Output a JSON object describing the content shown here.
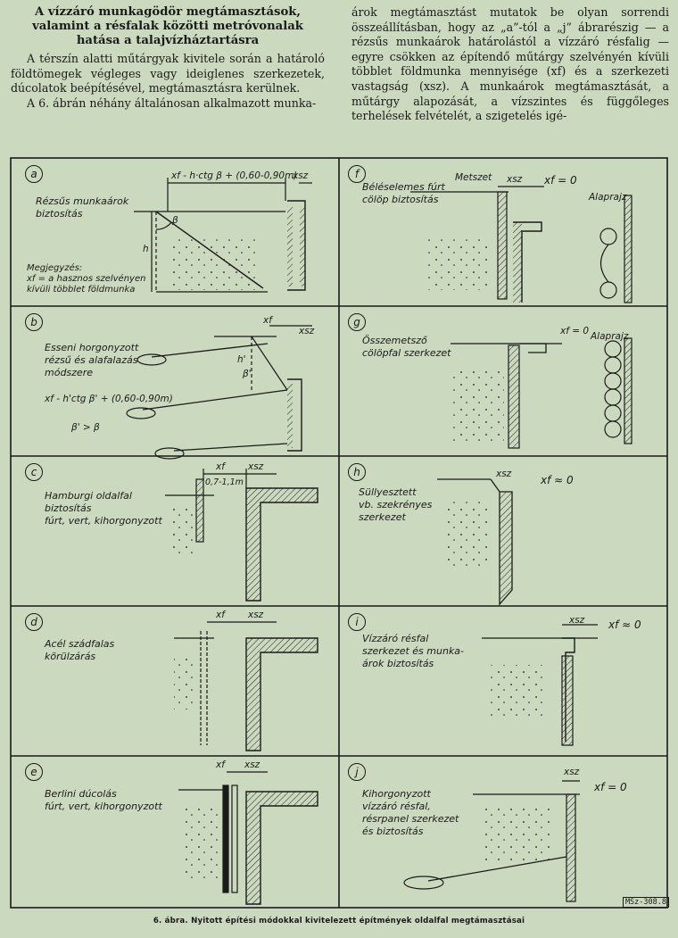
{
  "article": {
    "title_lines": [
      "A vízzáró munkagödör megtámasztások,",
      "valamint a résfalak közötti metróvonalak",
      "hatása a talajvízháztartásra"
    ],
    "left_paragraphs": [
      "A térszín alatti műtárgyak kivitele során a határoló földtömegek végleges vagy ideiglenes szerkezetek, dúcolatok beépítésével, megtámasztásra kerülnek.",
      "A 6. ábrán néhány általánosan alkalmazott munka-"
    ],
    "right_paragraph": "árok megtámasztást mutatok be olyan sorrendi összeállításban, hogy az „a”-tól a „j” ábrarészig — a rézsűs munkaárok határolástól a vízzáró résfalig — egyre csökken az építendő műtárgy szelvényén kívüli többlet földmunka mennyisége (xf) és a szerkezeti vastagság (xsz). A munkaárok megtámasztását, a műtárgy alapozását, a vízszintes és függőleges terhelések felvételét, a szigetelés igé-"
  },
  "figure": {
    "caption": "6. ábra. Nyitott építési módokkal kivitelezett építmények oldalfal megtámasztásai",
    "stamp": "MSz-308.8",
    "panels": [
      {
        "letter": "a",
        "title": "Rézsűs munkaárok\nbiztosítás",
        "note": "Megjegyzés:\nxf = a hasznos szelvényen\nkívüli többlet földmunka",
        "formula": "xf - h·ctg β + (0,60-0,90m)",
        "xsz": "xsz",
        "h": "h",
        "beta": "β"
      },
      {
        "letter": "b",
        "title": "Esseni horgonyzott\nrézsű és alafalazás\nmódszere",
        "formula": "xf - h'ctg β' + (0,60-0,90m)",
        "relation": "β' > β",
        "xf": "xf",
        "xsz": "xsz",
        "h": "h'",
        "beta": "β'"
      },
      {
        "letter": "c",
        "title": "Hamburgi oldalfal\nbiztosítás\nfúrt, vert, kihorgonyzott",
        "dim": "0,7-1,1m",
        "xf": "xf",
        "xsz": "xsz"
      },
      {
        "letter": "d",
        "title": "Acél szádfalas\nkörülzárás",
        "xf": "xf",
        "xsz": "xsz"
      },
      {
        "letter": "e",
        "title": "Berlini dúcolás\nfúrt, vert, kihorgonyzott",
        "xf": "xf",
        "xsz": "xsz"
      },
      {
        "letter": "f",
        "title": "Béléselemes fúrt\ncölöp biztosítás",
        "section": "Metszet",
        "plan": "Alaprajz",
        "xf": "xf = 0",
        "xsz": "xsz"
      },
      {
        "letter": "g",
        "title": "Összemetsző\ncölöpfal szerkezet",
        "plan": "Alaprajz",
        "xf": "xf = 0"
      },
      {
        "letter": "h",
        "title": "Süllyesztett\nvb. szekrényes\nszerkezet",
        "xf": "xf ≈ 0",
        "xsz": "xsz"
      },
      {
        "letter": "i",
        "title": "Vízzáró résfal\nszerkezet és munka-\nárok biztosítás",
        "xf": "xf ≈ 0",
        "xsz": "xsz"
      },
      {
        "letter": "j",
        "title": "Kihorgonyzott\nvízzáró résfal,\nrésrpanel szerkezet\nés biztosítás",
        "xf": "xf = 0",
        "xsz": "xsz"
      }
    ]
  }
}
